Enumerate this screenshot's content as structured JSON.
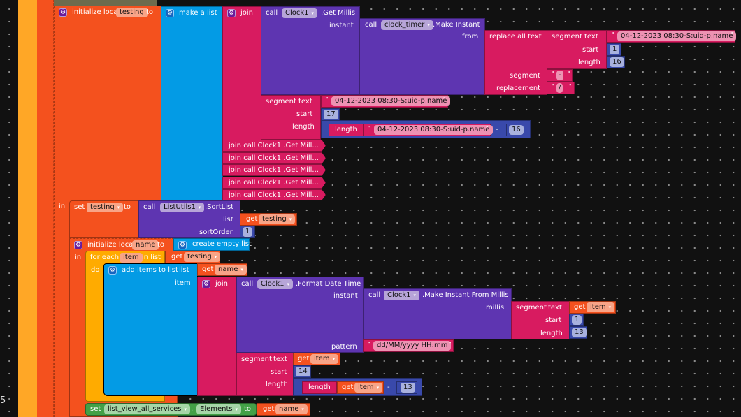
{
  "colors": {
    "variables": "#f4511e",
    "lists": "#039be5",
    "text": "#d81b60",
    "components": "#5e35b1",
    "math": "#3949ab",
    "control": "#ffab00",
    "setter": "#43a047",
    "procedure": "#ffa726"
  },
  "gutter": {
    "line_number": "5"
  },
  "init_testing": {
    "label": "initialize loca",
    "var_name": "testing",
    "to": "to",
    "in": "in"
  },
  "make_list": {
    "label": "make a list"
  },
  "join1": {
    "label": "join",
    "get_millis": {
      "call": "call",
      "component": "Clock1",
      "method": ".Get Millis",
      "instant_label": "instant"
    },
    "make_instant": {
      "call": "call",
      "component": "clock_timer",
      "method": ".Make Instant",
      "from_label": "from"
    },
    "replace_all": {
      "label": "replace all text",
      "segment_label": "segment",
      "replacement_label": "replacement",
      "segment_value": "-",
      "replacement_value": "/"
    },
    "segment1": {
      "label": "segment",
      "text_label": "text",
      "text_value": "04-12-2023 08:30-S:uid-p.name",
      "start_label": "start",
      "start_value": "1",
      "length_label": "length",
      "length_value": "16"
    },
    "segment2": {
      "label": "segment",
      "text_label": "text",
      "text_value": "04-12-2023 08:30-S:uid-p.name",
      "start_label": "start",
      "start_value": "17",
      "length_label": "length",
      "length_fn": "length",
      "length_text": "04-12-2023 08:30-S:uid-p.name",
      "minus": "-",
      "minus_value": "16"
    }
  },
  "collapsed_joins": [
    {
      "label": "join call  Clock1 .Get Mill..."
    },
    {
      "label": "join call  Clock1 .Get Mill..."
    },
    {
      "label": "join call  Clock1 .Get Mill..."
    },
    {
      "label": "join call  Clock1 .Get Mill..."
    },
    {
      "label": "join call  Clock1 .Get Mill..."
    }
  ],
  "set_testing": {
    "set": "set",
    "var_name": "testing",
    "to": "to",
    "call": "call",
    "component": "ListUtils1",
    "method": ".SortList",
    "list_label": "list",
    "get": "get",
    "get_var": "testing",
    "sort_label": "sortOrder",
    "sort_value": "1"
  },
  "init_name": {
    "label": "initialize loca",
    "var_name": "name",
    "to": "to",
    "create_empty": "create empty list",
    "in": "in"
  },
  "for_each": {
    "label": "for each",
    "item_var": "item",
    "in_list": "in list",
    "get": "get",
    "get_var": "testing",
    "do": "do"
  },
  "add_items": {
    "label": "add items to list",
    "list_label": "list",
    "get": "get",
    "get_var": "name",
    "item_label": "item"
  },
  "join2": {
    "label": "join",
    "format_dt": {
      "call": "call",
      "component": "Clock1",
      "method": ".Format Date Time",
      "instant_label": "instant",
      "pattern_label": "pattern",
      "pattern_value": "dd/MM/yyyy HH:mm"
    },
    "make_from_millis": {
      "call": "call",
      "component": "Clock1",
      "method": ".Make Instant From Millis",
      "millis_label": "millis"
    },
    "segment_a": {
      "label": "segment",
      "text_label": "text",
      "get": "get",
      "get_var": "item",
      "start_label": "start",
      "start_value": "1",
      "length_label": "length",
      "length_value": "13"
    },
    "segment_b": {
      "label": "segment",
      "text_label": "text",
      "get": "get",
      "get_var": "item",
      "start_label": "start",
      "start_value": "14",
      "length_label": "length",
      "length_fn": "length",
      "length_get": "get",
      "length_var": "item",
      "minus": "-",
      "minus_value": "13"
    }
  },
  "set_elements": {
    "set": "set",
    "component": "list_view_all_services",
    "dot": ".",
    "property": "Elements",
    "to": "to",
    "get": "get",
    "get_var": "name"
  }
}
